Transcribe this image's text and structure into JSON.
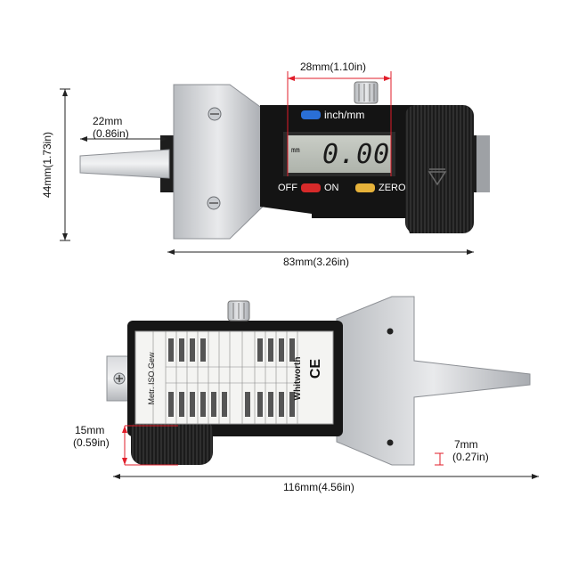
{
  "dimensions": {
    "lcd_width_mm": "28mm(1.10in)",
    "probe_length_mm": "22mm",
    "probe_length_in": "(0.86in)",
    "height": "44mm(1.73in)",
    "top_length": "83mm(3.26in)",
    "bottom_length": "116mm(4.56in)",
    "wheel_offset_mm": "15mm",
    "wheel_offset_in": "(0.59in)",
    "tip_offset_mm": "7mm",
    "tip_offset_in": "(0.27in)"
  },
  "device": {
    "mode_button_label": "inch/mm",
    "unit_indicator": "mm",
    "display_value": "0.00",
    "off_label": "OFF",
    "on_label": "ON",
    "zero_label": "ZERO"
  },
  "thread_label": {
    "side_title": "Metr. ISO Gew",
    "whitworth": "Whitworth",
    "ce_mark": "CE"
  },
  "colors": {
    "accent_blue": "#2a6fd6",
    "accent_red": "#d62a2a",
    "accent_yellow": "#e6b23a",
    "dim_red": "#e11d2a"
  }
}
